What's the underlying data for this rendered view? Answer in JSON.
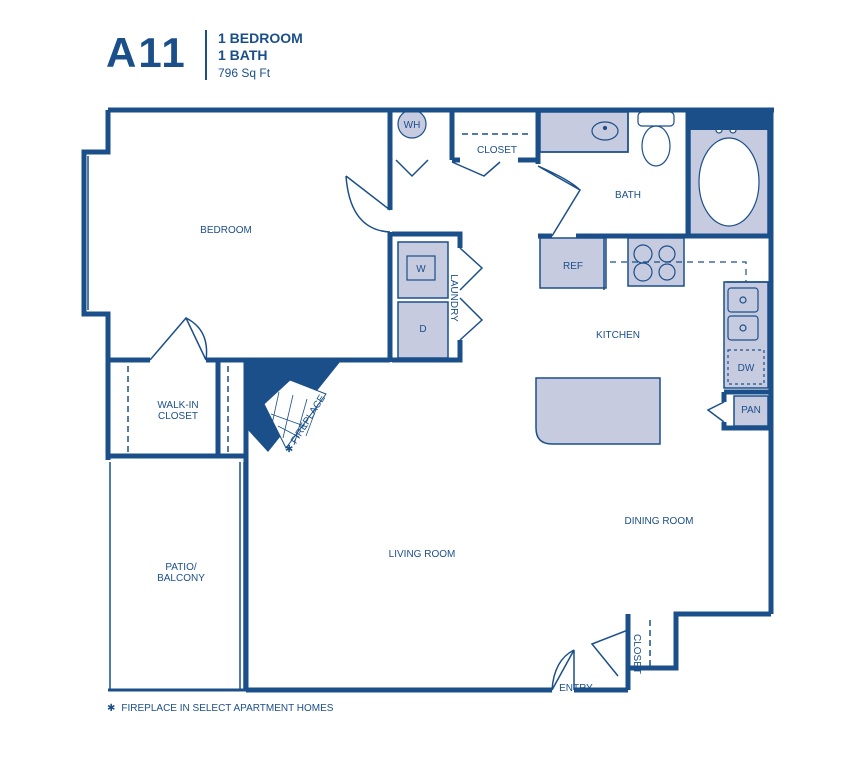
{
  "header": {
    "unit_code": "A11",
    "bedrooms": "1 BEDROOM",
    "bathrooms": "1 BATH",
    "square_feet": "796 Sq Ft"
  },
  "rooms": {
    "bedroom": "BEDROOM",
    "walk_in_closet_1": "WALK-IN",
    "walk_in_closet_2": "CLOSET",
    "patio_1": "PATIO/",
    "patio_2": "BALCONY",
    "living_room": "LIVING ROOM",
    "dining_room": "DINING ROOM",
    "kitchen": "KITCHEN",
    "bath": "BATH",
    "closet_top": "CLOSET",
    "closet_entry": "CLOSET",
    "laundry": "LAUNDRY",
    "entry": "ENTRY",
    "fireplace": "✱ FIREPLACE"
  },
  "fixtures": {
    "water_heater": "WH",
    "washer": "W",
    "dryer": "D",
    "refrigerator": "REF",
    "dishwasher": "DW",
    "pantry": "PAN"
  },
  "footnote": {
    "marker": "✱",
    "text": "FIREPLACE IN SELECT APARTMENT HOMES"
  },
  "colors": {
    "wall": "#1b4f8a",
    "fixture_fill": "#c7cbe0"
  }
}
